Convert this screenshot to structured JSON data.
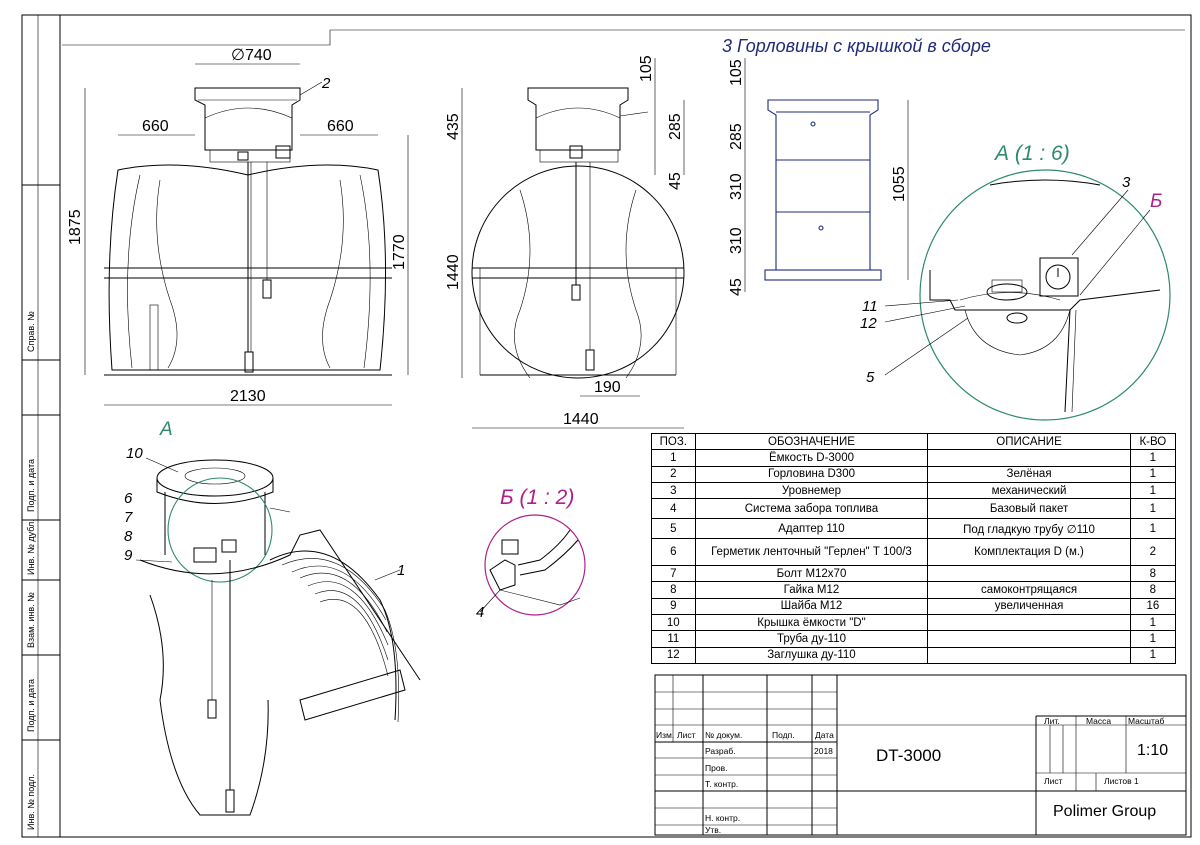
{
  "callouts": {
    "title_necks": "3 Горловины с крышкой в сборе",
    "view_a": "А (1 : 6)",
    "view_b_label": "Б",
    "view_b": "Б (1 : 2)",
    "label_a": "А"
  },
  "dimensions": {
    "front_width_neck": "∅740",
    "front_left": "660",
    "front_right": "660",
    "front_total_height": "1875",
    "front_body_height": "1770",
    "front_width": "2130",
    "side_neck_height": "435",
    "side_body_height": "1440",
    "side_width": "1440",
    "side_offset": "190",
    "neck_105a": "105",
    "neck_285a": "285",
    "neck_45a": "45",
    "neck_105b": "105",
    "neck_285b": "285",
    "neck_310a": "310",
    "neck_310b": "310",
    "neck_45b": "45",
    "neck_total": "1055"
  },
  "leaders": {
    "l1": "1",
    "l2": "2",
    "l3": "3",
    "l4": "4",
    "l5": "5",
    "l6": "6",
    "l7": "7",
    "l8": "8",
    "l9": "9",
    "l10": "10",
    "l11": "11",
    "l12": "12"
  },
  "side_stamps": [
    "Справ. №",
    "Подп. и дата",
    "Инв. № дубл.",
    "Взам. инв. №",
    "Подп. и дата",
    "Инв. № подл."
  ],
  "spec_table": {
    "headers": [
      "ПОЗ.",
      "ОБОЗНАЧЕНИЕ",
      "ОПИСАНИЕ",
      "К-ВО"
    ],
    "rows": [
      {
        "pos": "1",
        "name": "Ёмкость D-3000",
        "desc": "",
        "qty": "1"
      },
      {
        "pos": "2",
        "name": "Горловина D300",
        "desc": "Зелёная",
        "qty": "1"
      },
      {
        "pos": "3",
        "name": "Уровнемер",
        "desc": "механический",
        "qty": "1"
      },
      {
        "pos": "4",
        "name": "Система забора топлива",
        "desc": "Базовый пакет",
        "qty": "1"
      },
      {
        "pos": "5",
        "name": "Адаптер 110",
        "desc": "Под гладкую трубу ∅110",
        "qty": "1"
      },
      {
        "pos": "6",
        "name": "Герметик ленточный \"Герлен\" Т 100/3",
        "desc": "Комплектация D (м.)",
        "qty": "2"
      },
      {
        "pos": "7",
        "name": "Болт М12х70",
        "desc": "",
        "qty": "8"
      },
      {
        "pos": "8",
        "name": "Гайка М12",
        "desc": "самоконтрящаяся",
        "qty": "8"
      },
      {
        "pos": "9",
        "name": "Шайба М12",
        "desc": "увеличенная",
        "qty": "16"
      },
      {
        "pos": "10",
        "name": "Крышка ёмкости \"D\"",
        "desc": "",
        "qty": "1"
      },
      {
        "pos": "11",
        "name": "Труба ду-110",
        "desc": "",
        "qty": "1"
      },
      {
        "pos": "12",
        "name": "Заглушка ду-110",
        "desc": "",
        "qty": "1"
      }
    ]
  },
  "title_block": {
    "izm": "Изм.",
    "list": "Лист",
    "doc_no": "№ докум.",
    "podp": "Подп.",
    "date": "Дата",
    "razrab": "Разраб.",
    "year": "2018",
    "prov": "Пров.",
    "tkontr": "Т. контр.",
    "nkontr": "Н. контр.",
    "utv": "Утв.",
    "designation": "DT-3000",
    "lit": "Лит.",
    "mass": "Масса",
    "scale_label": "Масштаб",
    "scale": "1:10",
    "sheet": "Лист",
    "sheets": "Листов 1",
    "company": "Polimer Group"
  },
  "colors": {
    "title_blue": "#1f2a7a",
    "view_green": "#2e8b6a",
    "view_magenta": "#b0208a"
  }
}
